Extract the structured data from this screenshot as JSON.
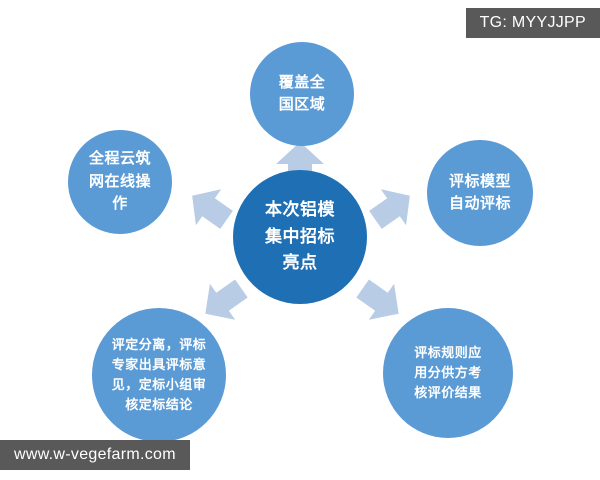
{
  "diagram": {
    "title": "本次铝模集中招标亮点",
    "hub": {
      "label": "本次铝模集中招标亮点",
      "lines": [
        "本次铝模",
        "集中招标",
        "亮点"
      ],
      "color": "#1f6fb5"
    },
    "satellite_color": "#5b9bd5",
    "arrow_color": "#b9cce5",
    "nodes": [
      {
        "id": "top",
        "label": "覆盖全国区域",
        "lines": [
          "覆盖全",
          "国区域"
        ],
        "position": "top",
        "arrow_direction": "up"
      },
      {
        "id": "left",
        "label": "全程云筑网在线操作",
        "lines": [
          "全程云筑",
          "网在线操",
          "作"
        ],
        "position": "left",
        "arrow_direction": "up-left"
      },
      {
        "id": "right",
        "label": "评标模型自动评标",
        "lines": [
          "评标模型",
          "自动评标"
        ],
        "position": "right",
        "arrow_direction": "up-right"
      },
      {
        "id": "bottom-left",
        "label": "评定分离，评标专家出具评标意见，定标小组审核定标结论",
        "lines": [
          "评定分离，评标",
          "专家出具评标意",
          "见，定标小组审",
          "核定标结论"
        ],
        "position": "bottom-left",
        "arrow_direction": "down-left"
      },
      {
        "id": "bottom-right",
        "label": "评标规则应用分供方考核评价结果",
        "lines": [
          "评标规则应",
          "用分供方考",
          "核评价结果"
        ],
        "position": "bottom-right",
        "arrow_direction": "down-right"
      }
    ]
  },
  "watermarks": {
    "top_right": "TG: MYYJJPP",
    "bottom_left": "www.w-vegefarm.com",
    "background_color": "#595959",
    "text_color": "#ffffff"
  }
}
